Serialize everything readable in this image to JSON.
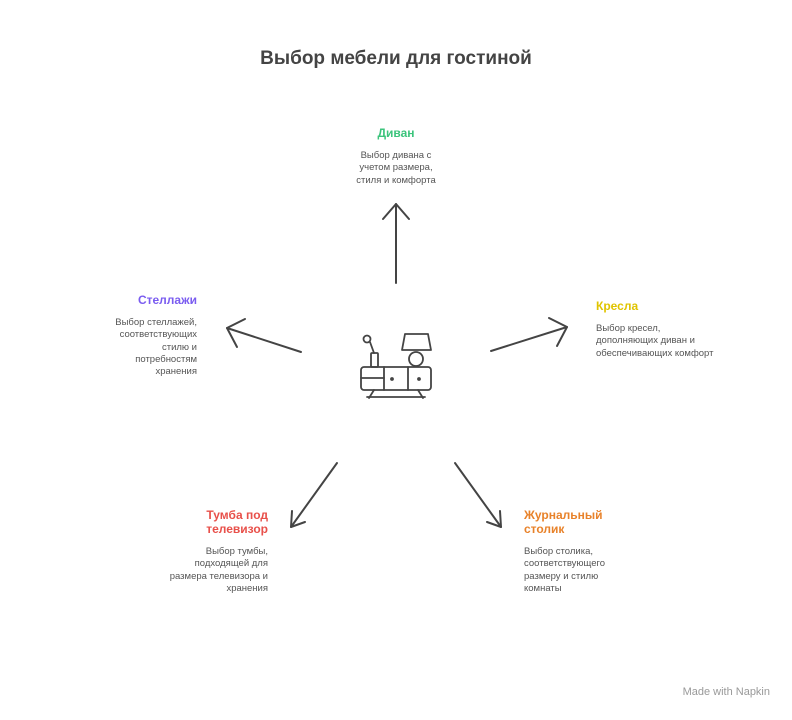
{
  "title": "Выбор мебели для гостиной",
  "colors": {
    "sofa": "#3cc47c",
    "chairs": "#e0c400",
    "table": "#e8822a",
    "tv": "#e8504a",
    "shelves": "#7a5cf0",
    "stroke": "#444444"
  },
  "nodes": {
    "sofa": {
      "title": "Диван",
      "desc": "Выбор дивана с учетом размера, стиля и комфорта"
    },
    "chairs": {
      "title": "Кресла",
      "desc": "Выбор кресел, дополняющих диван и обеспечивающих комфорт"
    },
    "table": {
      "title": "Журнальный столик",
      "desc": "Выбор столика, соответствующего размеру и стилю комнаты"
    },
    "tv": {
      "title": "Тумба под телевизор",
      "desc": "Выбор тумбы, подходящей для размера телевизора и хранения"
    },
    "shelves": {
      "title": "Стеллажи",
      "desc": "Выбор стеллажей, соответствующих стилю и потребностям хранения"
    }
  },
  "watermark": "Made with Napkin"
}
